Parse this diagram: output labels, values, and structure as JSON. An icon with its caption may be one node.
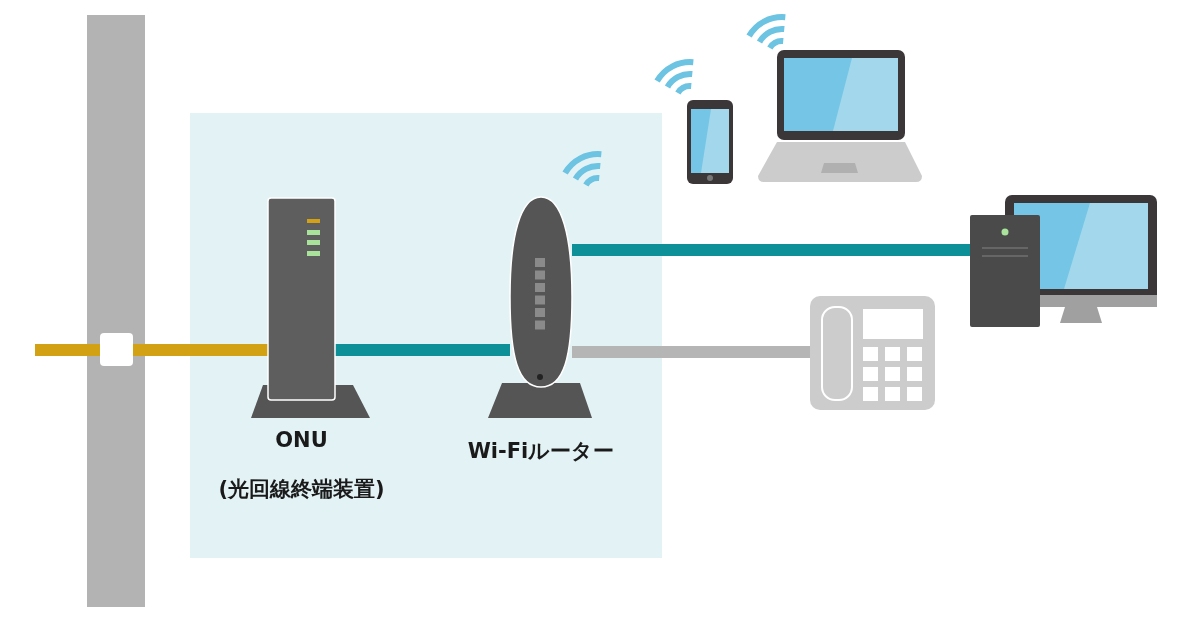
{
  "diagram": {
    "nodes": [
      {
        "text": [
          "ONU (光回線終端装置)"
        ]
      },
      {
        "text": [
          "Wi-Fiルーター"
        ]
      },
      {
        "text": [],
        "shape": "picture"
      },
      {
        "text": [],
        "shape": "picture"
      },
      {
        "text": [],
        "shape": "picture"
      },
      {
        "text": [],
        "shape": "picture"
      }
    ],
    "edges": [
      {
        "from": null,
        "to": 0,
        "arrow": "none",
        "color": "#d3a214"
      },
      {
        "from": 0,
        "to": 1,
        "arrow": "none"
      },
      {
        "from": 1,
        "to": 4,
        "arrow": "none"
      },
      {
        "from": 1,
        "to": 5,
        "arrow": "none",
        "color": "#b5b5b5"
      }
    ]
  }
}
